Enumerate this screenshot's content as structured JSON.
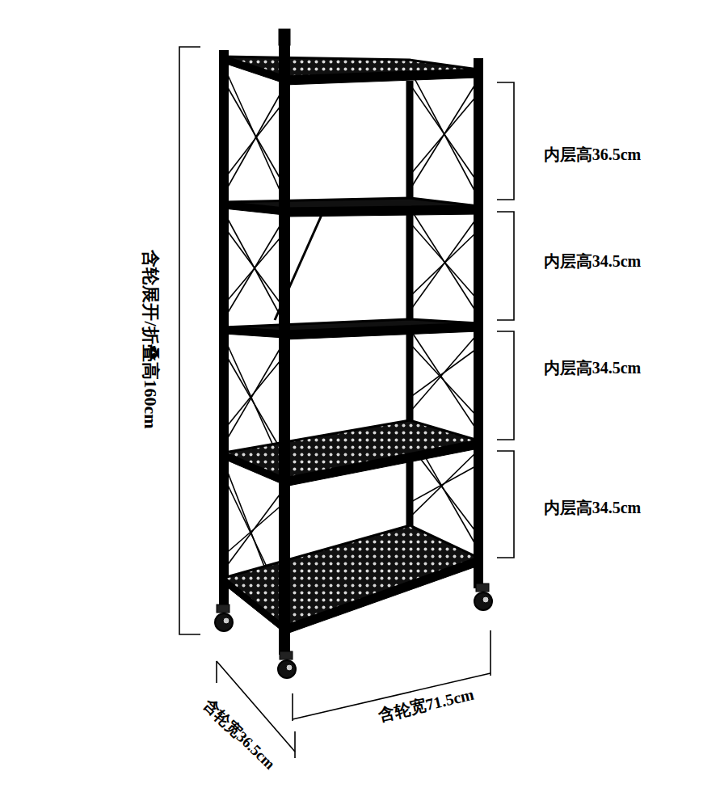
{
  "diagram": {
    "labels": [
      "含轮展开/折叠高160cm",
      "内层高36.5cm",
      "内层高34.5cm",
      "内层高34.5cm",
      "内层高34.5cm",
      "含轮宽36.5cm",
      "含轮宽71.5cm"
    ]
  }
}
